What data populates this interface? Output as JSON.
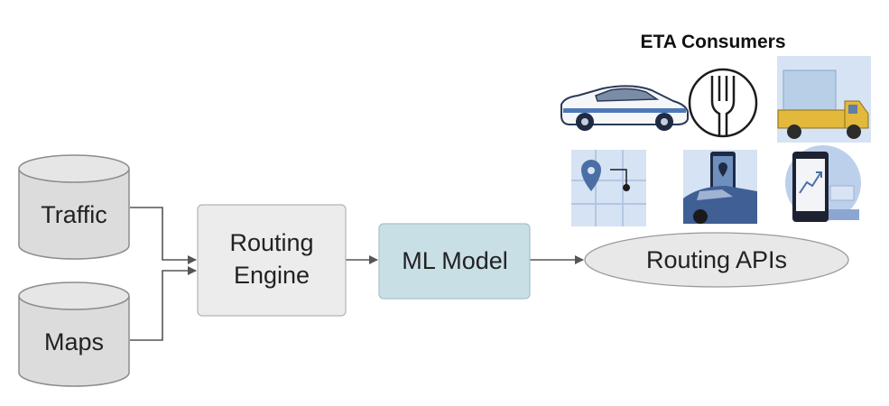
{
  "colors": {
    "cylinder_fill": "#dcdcdc",
    "box_fill": "#ececec",
    "ml_box_fill": "#c9dfe6",
    "api_fill": "#e8e8e8",
    "stroke": "#8c8c8c",
    "arrow": "#555555",
    "icon_blue": "#4a6fa5",
    "icon_yellow": "#e2b93b",
    "icon_tile_bg": "#d6e3f4"
  },
  "sources": {
    "traffic": "Traffic",
    "maps": "Maps"
  },
  "routing_engine": {
    "line1": "Routing",
    "line2": "Engine"
  },
  "ml_model": "ML Model",
  "routing_apis": "Routing APIs",
  "consumers": {
    "title": "ETA Consumers",
    "icons": [
      "car-icon",
      "fork-icon",
      "truck-icon",
      "map-pin-icon",
      "phone-car-icon",
      "phone-chart-icon"
    ]
  }
}
